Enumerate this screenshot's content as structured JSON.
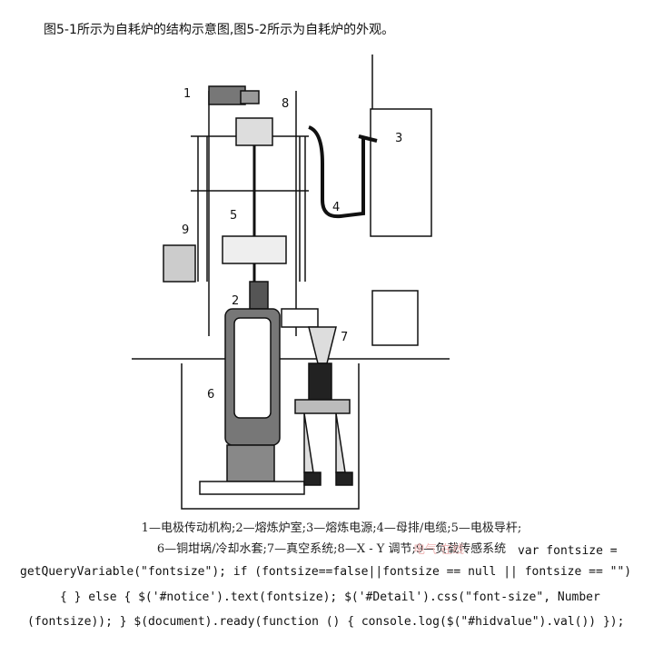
{
  "intro": "图5-1所示为自耗炉的结构示意图,图5-2所示为自耗炉的外观。",
  "figure": {
    "labels": [
      "1",
      "8",
      "3",
      "4",
      "5",
      "9",
      "2",
      "7",
      "6"
    ]
  },
  "captions": {
    "line1": "1—电极传动机构;2—熔炼炉室;3—熔炼电源;4—母排/电缆;5—电极导杆;",
    "line2": "6—铜坩埚/冷却水套;7—真空系统;8—X - Y 调节;9—负载传感系统"
  },
  "watermark": "电气 在线",
  "code": {
    "line1": "var fontsize =",
    "line2": "getQueryVariable(\"fontsize\"); if (fontsize==false||fontsize == null || fontsize == \"\")",
    "line3": "{ } else { $('#notice').text(fontsize); $('#Detail').css(\"font-size\", Number",
    "line4": "(fontsize)); } $(document).ready(function () { console.log($(\"#hidvalue\").val()) });"
  }
}
